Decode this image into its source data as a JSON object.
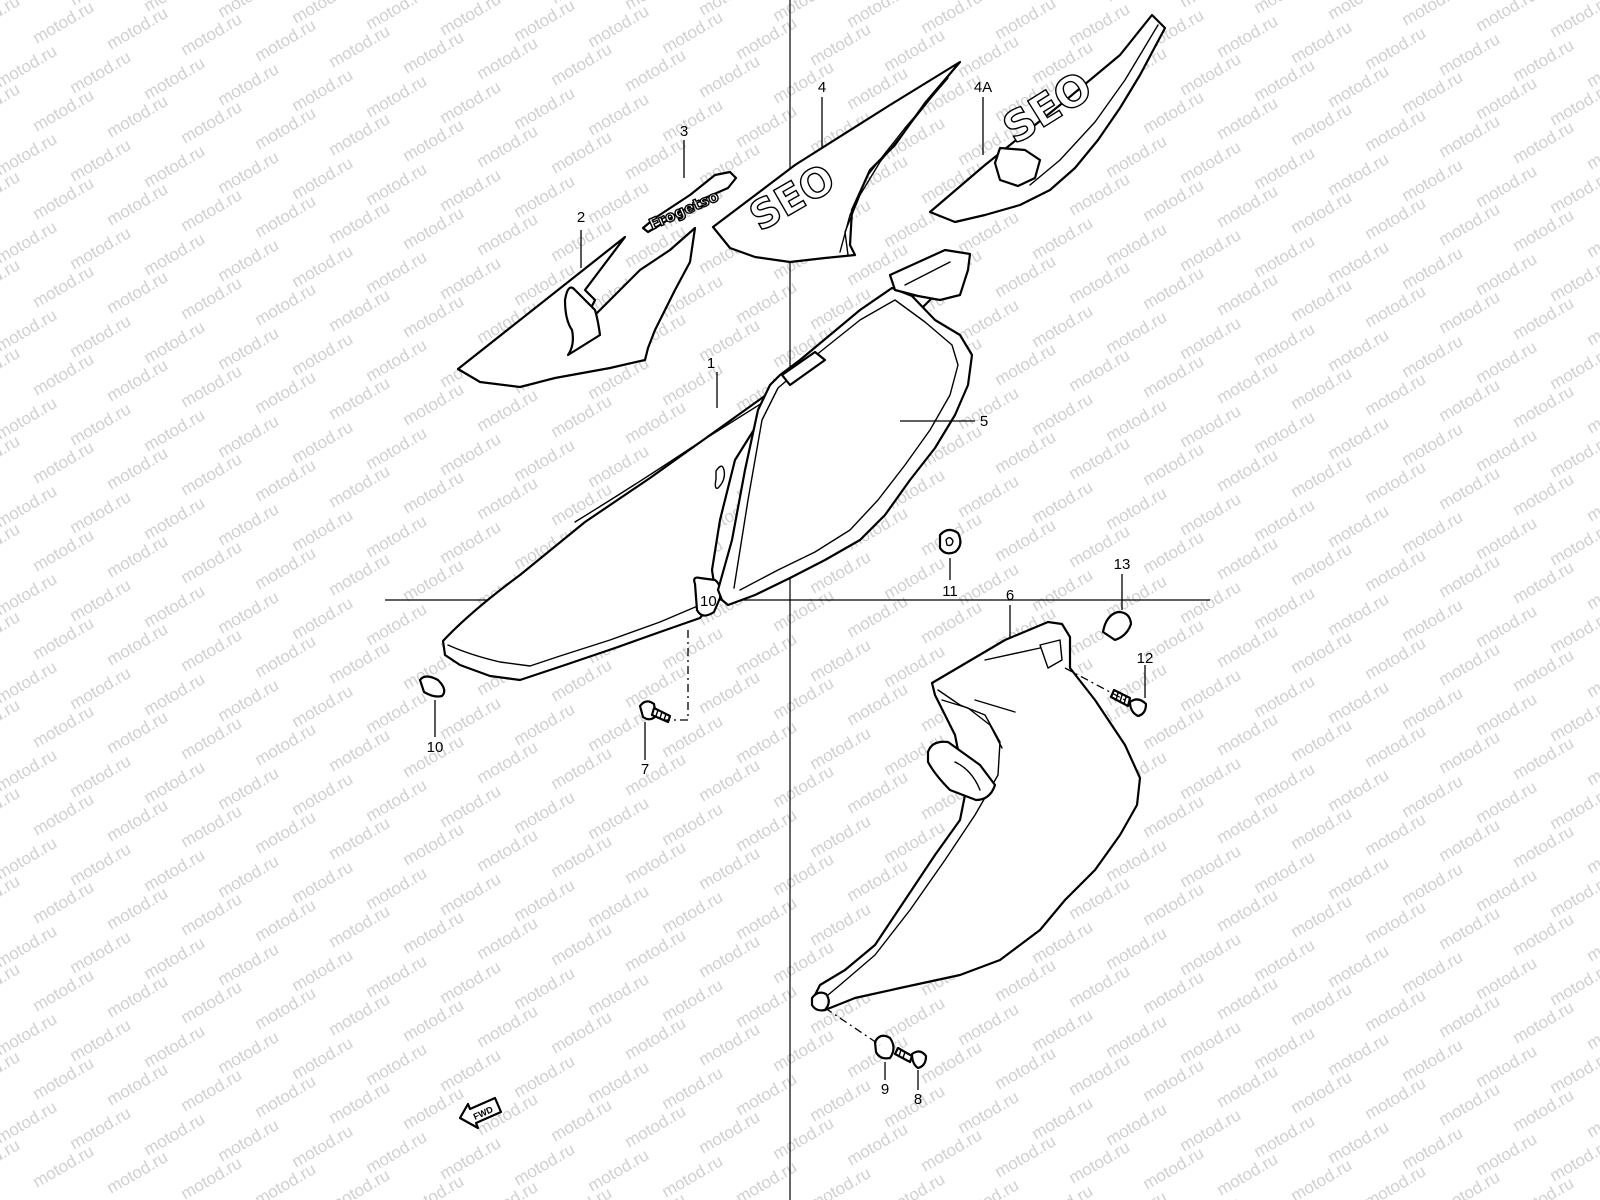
{
  "watermark": {
    "text": "motod.ru",
    "color": "#d0d0d0"
  },
  "decals": {
    "script_text": "Frogetso",
    "model_text": "SEO"
  },
  "fwd_arrow": {
    "label": "FWD"
  },
  "callouts": [
    {
      "id": "1",
      "label": "1"
    },
    {
      "id": "2",
      "label": "2"
    },
    {
      "id": "3",
      "label": "3"
    },
    {
      "id": "4",
      "label": "4"
    },
    {
      "id": "4A",
      "label": "4A"
    },
    {
      "id": "5",
      "label": "5"
    },
    {
      "id": "6",
      "label": "6"
    },
    {
      "id": "7",
      "label": "7"
    },
    {
      "id": "8",
      "label": "8"
    },
    {
      "id": "9",
      "label": "9"
    },
    {
      "id": "10",
      "label": "10"
    },
    {
      "id": "11",
      "label": "11"
    },
    {
      "id": "12",
      "label": "12"
    },
    {
      "id": "13",
      "label": "13"
    }
  ]
}
